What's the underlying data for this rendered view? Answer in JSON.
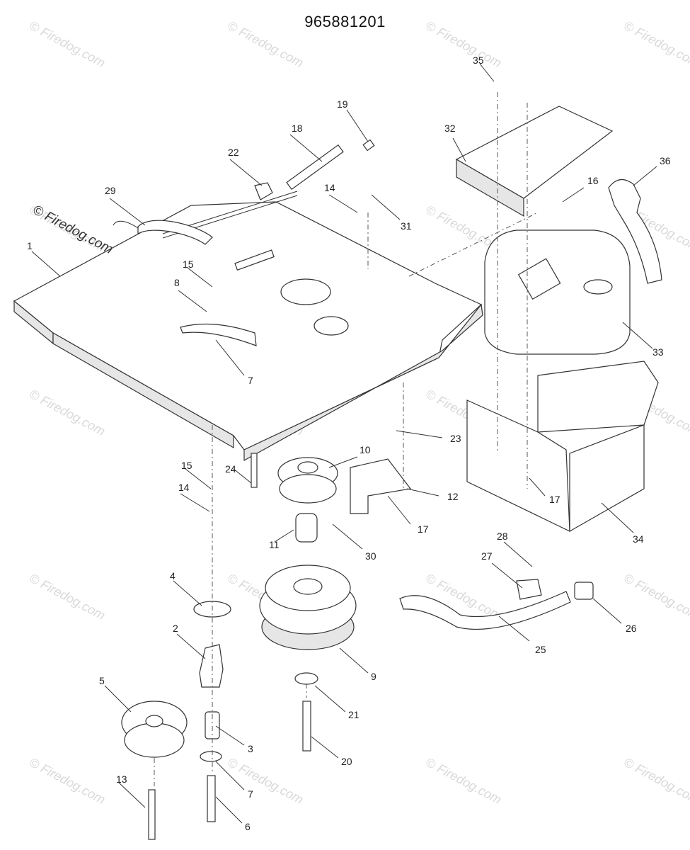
{
  "title": "965881201",
  "watermark": "© Firedog.com",
  "callouts": [
    "1",
    "2",
    "3",
    "4",
    "5",
    "6",
    "7",
    "7",
    "8",
    "9",
    "10",
    "11",
    "12",
    "13",
    "14",
    "14",
    "15",
    "15",
    "16",
    "17",
    "17",
    "18",
    "19",
    "20",
    "21",
    "22",
    "23",
    "24",
    "25",
    "26",
    "27",
    "28",
    "29",
    "30",
    "31",
    "32",
    "33",
    "34",
    "35",
    "36"
  ]
}
